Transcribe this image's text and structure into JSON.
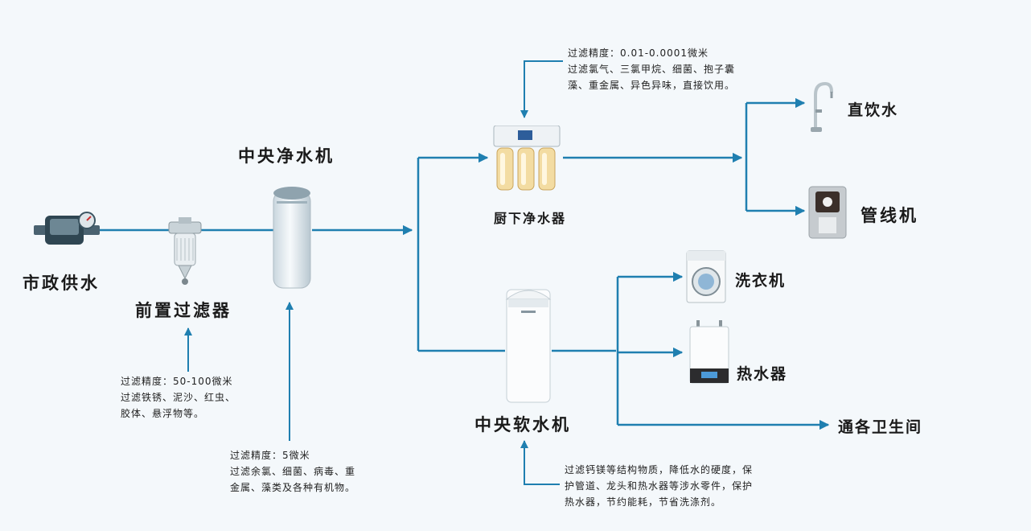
{
  "nodes": {
    "municipal_supply": "市政供水",
    "pre_filter": "前置过滤器",
    "central_purifier": "中央净水机",
    "under_sink_purifier": "厨下净水器",
    "central_softener": "中央软水机",
    "direct_drinking": "直饮水",
    "pipeline_dispenser": "管线机",
    "washing_machine": "洗衣机",
    "water_heater": "热水器",
    "to_bathrooms": "通各卫生间"
  },
  "notes": {
    "pre_filter": [
      "过滤精度：50-100微米",
      "过滤铁锈、泥沙、红虫、",
      "胶体、悬浮物等。"
    ],
    "central_purifier": [
      "过滤精度：5微米",
      "过滤余氯、细菌、病毒、重",
      "金属、藻类及各种有机物。"
    ],
    "under_sink_purifier": [
      "过滤精度：0.01-0.0001微米",
      "过滤氯气、三氯甲烷、细菌、抱子囊",
      "藻、重金属、异色异味，直接饮用。"
    ],
    "central_softener": [
      "过滤钙镁等结构物质，降低水的硬度，保",
      "护管道、龙头和热水器等涉水零件，保护",
      "热水器，节约能耗，节省洗涤剂。"
    ]
  },
  "colors": {
    "arrow": "#1f7fb0",
    "background": "#f4f8fb"
  },
  "icons": {
    "municipal_supply": "water-meter-icon",
    "pre_filter": "pre-filter-icon",
    "central_purifier": "purifier-cylinder-icon",
    "under_sink_purifier": "ro-purifier-icon",
    "central_softener": "softener-cabinet-icon",
    "direct_drinking": "faucet-icon",
    "pipeline_dispenser": "dispenser-icon",
    "washing_machine": "washing-machine-icon",
    "water_heater": "water-heater-icon"
  }
}
